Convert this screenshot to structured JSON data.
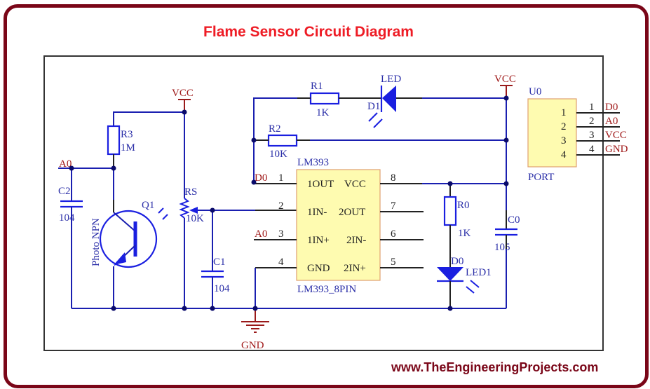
{
  "title": "Flame Sensor Circuit Diagram",
  "footer": "www.TheEngineeringProjects.com",
  "colors": {
    "title": "#ee1c25",
    "frame": "#7a0618",
    "wire": "#1a1fb0",
    "net_label": "#a01a1a",
    "chip_fill": "#fefbb0"
  },
  "nets": {
    "vcc": "VCC",
    "gnd": "GND",
    "a0": "A0",
    "d0": "D0"
  },
  "components": {
    "r1": {
      "ref": "R1",
      "value": "1K"
    },
    "r2": {
      "ref": "R2",
      "value": "10K"
    },
    "r3": {
      "ref": "R3",
      "value": "1M"
    },
    "r0": {
      "ref": "R0",
      "value": "1K"
    },
    "rs": {
      "ref": "RS",
      "value": "10K"
    },
    "c0": {
      "ref": "C0",
      "value": "105"
    },
    "c1": {
      "ref": "C1",
      "value": "104"
    },
    "c2": {
      "ref": "C2",
      "value": "104"
    },
    "d1": {
      "ref": "D1",
      "value": "LED"
    },
    "d0": {
      "ref": "D0",
      "value": "LED1"
    },
    "q1": {
      "ref": "Q1",
      "value": "Photo NPN"
    },
    "u_ic": {
      "ref": "LM393",
      "footprint": "LM393_8PIN",
      "pins_left": [
        {
          "num": "1",
          "name": "1OUT"
        },
        {
          "num": "2",
          "name": "1IN-"
        },
        {
          "num": "3",
          "name": "1IN+"
        },
        {
          "num": "4",
          "name": "GND"
        }
      ],
      "pins_right": [
        {
          "num": "8",
          "name": "VCC"
        },
        {
          "num": "7",
          "name": "2OUT"
        },
        {
          "num": "6",
          "name": "2IN-"
        },
        {
          "num": "5",
          "name": "2IN+"
        }
      ]
    },
    "u0": {
      "ref": "U0",
      "value": "PORT",
      "pins": [
        {
          "num": "1",
          "net": "D0"
        },
        {
          "num": "2",
          "net": "A0"
        },
        {
          "num": "3",
          "net": "VCC"
        },
        {
          "num": "4",
          "net": "GND"
        }
      ]
    }
  }
}
